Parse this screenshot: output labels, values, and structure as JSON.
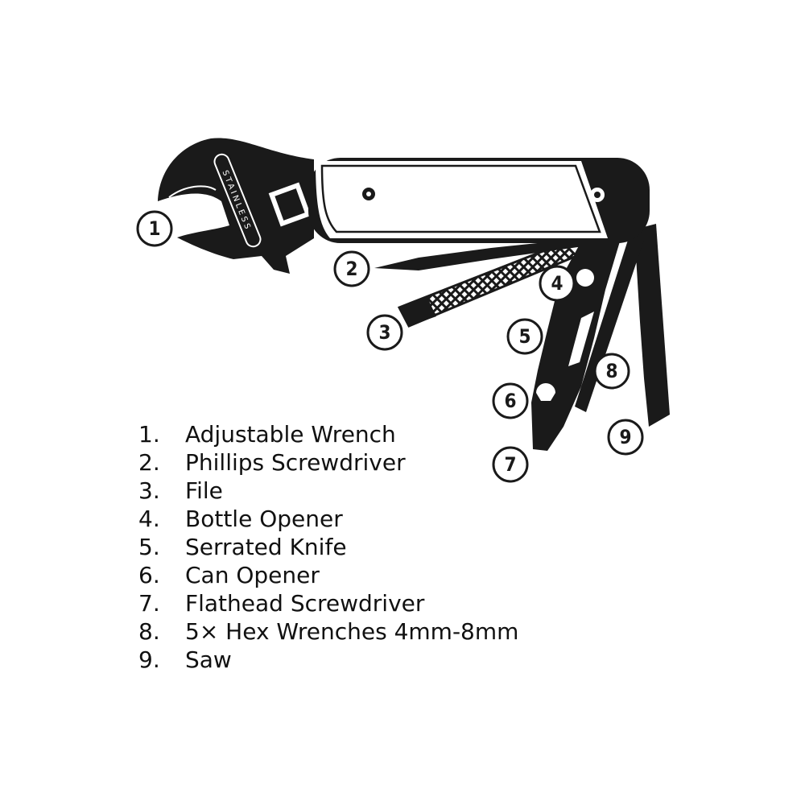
{
  "colors": {
    "ink": "#1a1a1a",
    "paper": "#ffffff"
  },
  "engraving": "STAINLESS",
  "callouts": [
    "1",
    "2",
    "3",
    "4",
    "5",
    "6",
    "7",
    "8",
    "9"
  ],
  "legend": [
    {
      "num": "1.",
      "label": "Adjustable Wrench"
    },
    {
      "num": "2.",
      "label": "Phillips Screwdriver"
    },
    {
      "num": "3.",
      "label": "File"
    },
    {
      "num": "4.",
      "label": "Bottle Opener"
    },
    {
      "num": "5.",
      "label": "Serrated Knife"
    },
    {
      "num": "6.",
      "label": "Can Opener"
    },
    {
      "num": "7.",
      "label": "Flathead Screwdriver"
    },
    {
      "num": "8.",
      "label": "5× Hex  Wrenches 4mm-8mm"
    },
    {
      "num": "9.",
      "label": "Saw"
    }
  ]
}
